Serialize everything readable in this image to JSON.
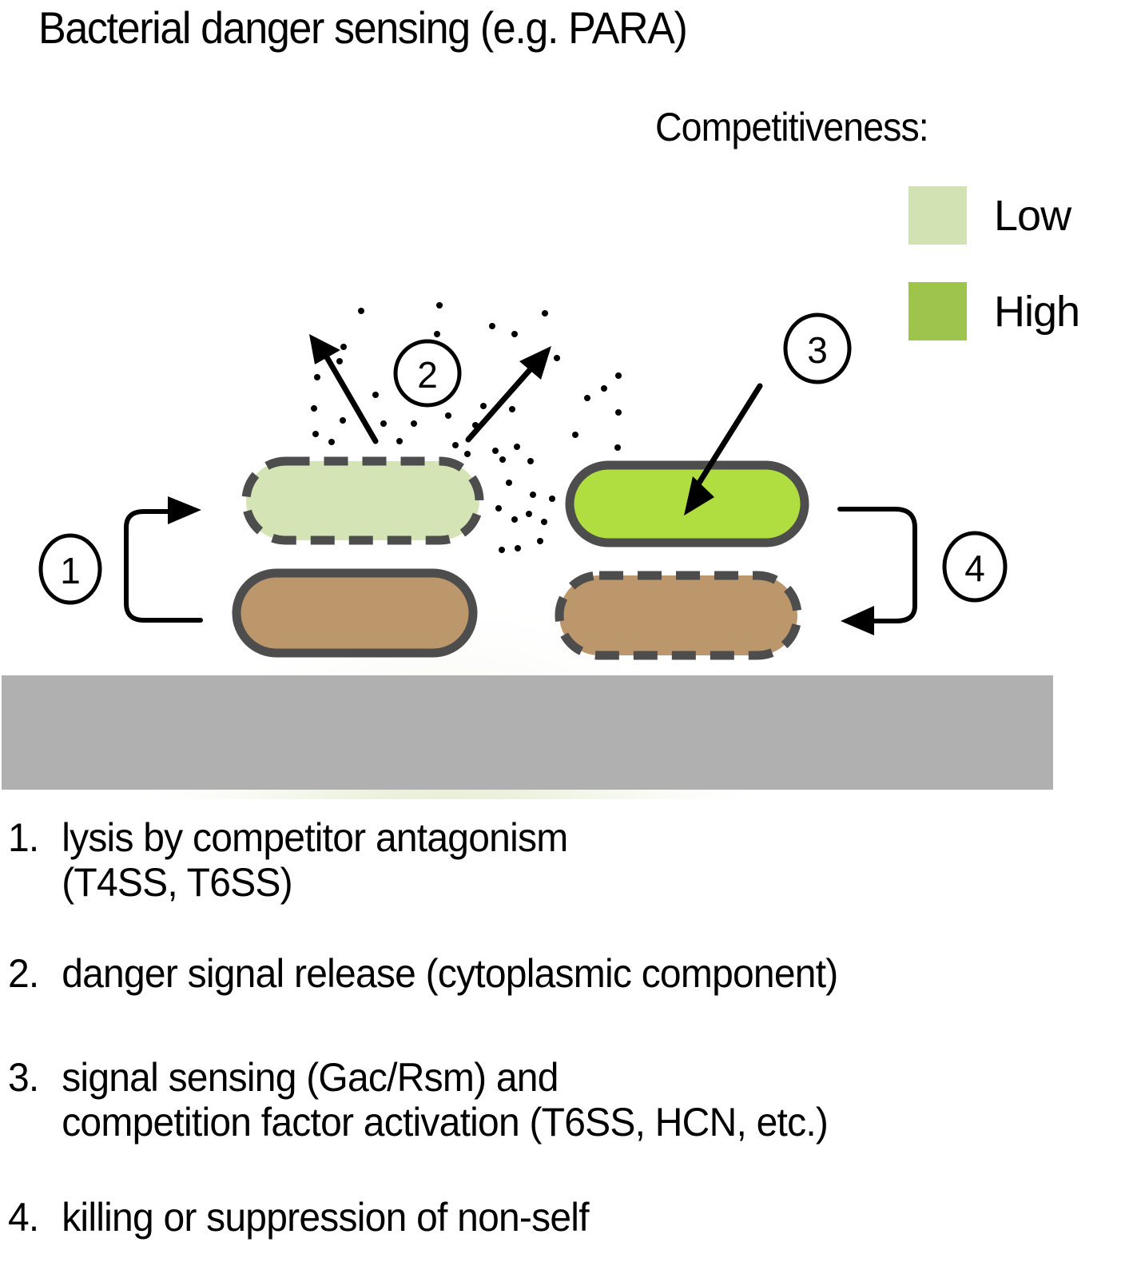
{
  "title": "Bacterial danger sensing (e.g. PARA)",
  "legend": {
    "title": "Competitiveness:",
    "items": [
      {
        "label": "Low",
        "color": "#d3e2b3"
      },
      {
        "label": "High",
        "color": "#9ec44e"
      }
    ]
  },
  "diagram": {
    "markers": [
      "1",
      "2",
      "3",
      "4"
    ],
    "cells": {
      "lysed_self": {
        "fill": "#d5e4b5",
        "outline": "dashed",
        "stroke": "#4d4d4d"
      },
      "competitor_attacker": {
        "fill": "#bb976b",
        "outline": "solid",
        "stroke": "#4d4d4d"
      },
      "activated_self": {
        "fill": "#b0de40",
        "outline": "solid",
        "stroke": "#4d4d4d"
      },
      "killed_competitor": {
        "fill": "#bb976b",
        "outline": "dashed",
        "stroke": "#4d4d4d"
      }
    },
    "surface_color": "#b0b0b0",
    "signal_cloud_color": "#dfe8c8"
  },
  "steps": [
    {
      "num": "1.",
      "lines": [
        "lysis by competitor antagonism",
        "(T4SS, T6SS)"
      ]
    },
    {
      "num": "2.",
      "lines": [
        "danger signal release (cytoplasmic component)"
      ]
    },
    {
      "num": "3.",
      "lines": [
        "signal sensing (Gac/Rsm) and",
        "competition factor activation (T6SS, HCN, etc.)"
      ]
    },
    {
      "num": "4.",
      "lines": [
        "killing or suppression of non-self"
      ]
    }
  ]
}
